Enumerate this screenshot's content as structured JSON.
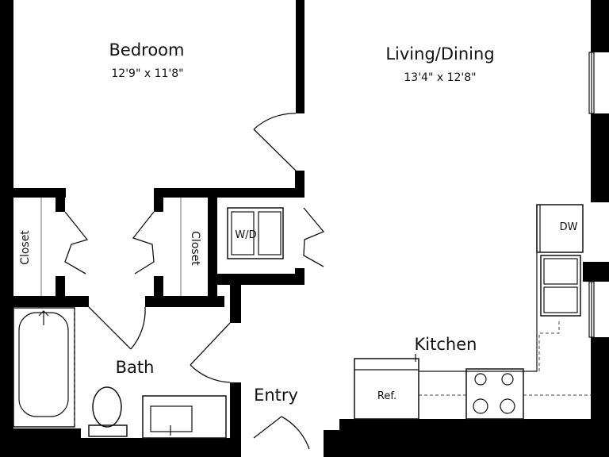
{
  "rooms": {
    "bedroom": {
      "name": "Bedroom",
      "dims": "12'9\" x 11'8\""
    },
    "living": {
      "name": "Living/Dining",
      "dims": "13'4\" x 12'8\""
    },
    "kitchen": {
      "name": "Kitchen"
    },
    "bath": {
      "name": "Bath"
    },
    "entry": {
      "name": "Entry"
    }
  },
  "fixtures": {
    "closet_left": "Closet",
    "closet_right": "Closet",
    "washer_dryer": "W/D",
    "dishwasher": "DW",
    "refrigerator": "Ref."
  }
}
